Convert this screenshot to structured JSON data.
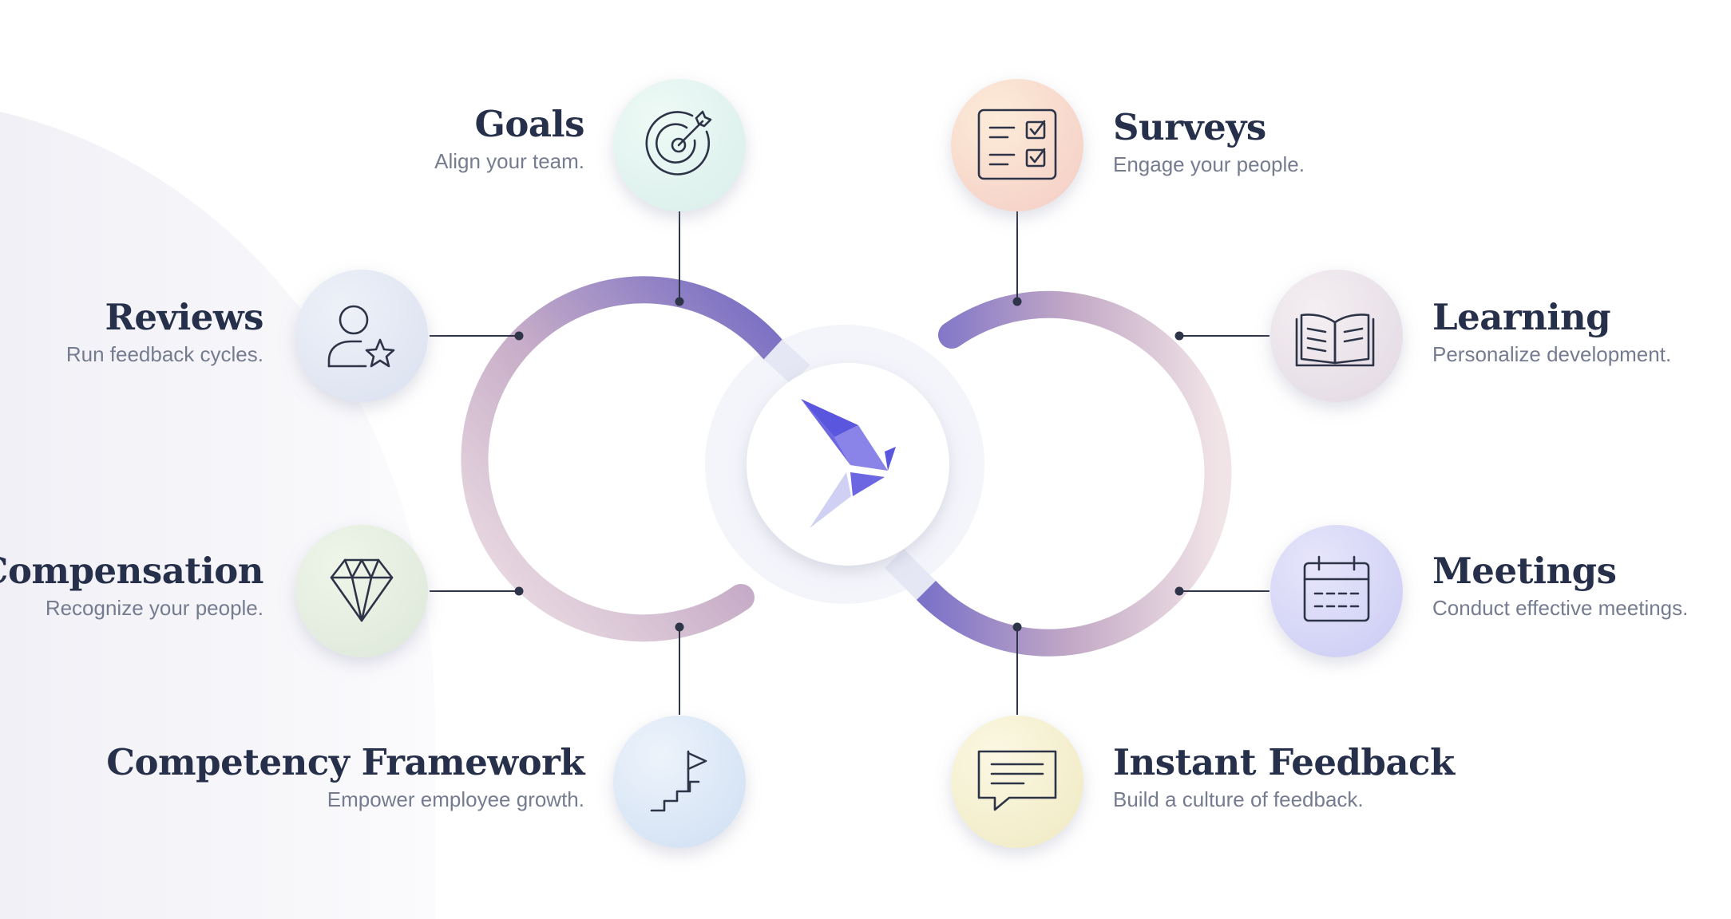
{
  "features": [
    {
      "key": "goals",
      "title": "Goals",
      "desc": "Align your team.",
      "icon": "target-icon"
    },
    {
      "key": "surveys",
      "title": "Surveys",
      "desc": "Engage your people.",
      "icon": "survey-checklist-icon"
    },
    {
      "key": "reviews",
      "title": "Reviews",
      "desc": "Run feedback cycles.",
      "icon": "user-star-icon"
    },
    {
      "key": "learning",
      "title": "Learning",
      "desc": "Personalize development.",
      "icon": "open-book-icon"
    },
    {
      "key": "compensation",
      "title": "Compensation",
      "desc": "Recognize your people.",
      "icon": "diamond-icon"
    },
    {
      "key": "meetings",
      "title": "Meetings",
      "desc": "Conduct effective meetings.",
      "icon": "calendar-icon"
    },
    {
      "key": "competency",
      "title": "Competency Framework",
      "desc": "Empower employee growth.",
      "icon": "stairs-flag-icon"
    },
    {
      "key": "instant_feedback",
      "title": "Instant Feedback",
      "desc": "Build a culture of feedback.",
      "icon": "chat-bubble-icon"
    }
  ],
  "center": {
    "icon": "origami-bird-logo-icon"
  },
  "colors": {
    "title": "#27304a",
    "desc": "#767c8f",
    "accent": "#5b5ee0",
    "ring_purple": "#7d74c9",
    "ring_pink": "#e9d7dd",
    "stroke": "#2e3447"
  }
}
